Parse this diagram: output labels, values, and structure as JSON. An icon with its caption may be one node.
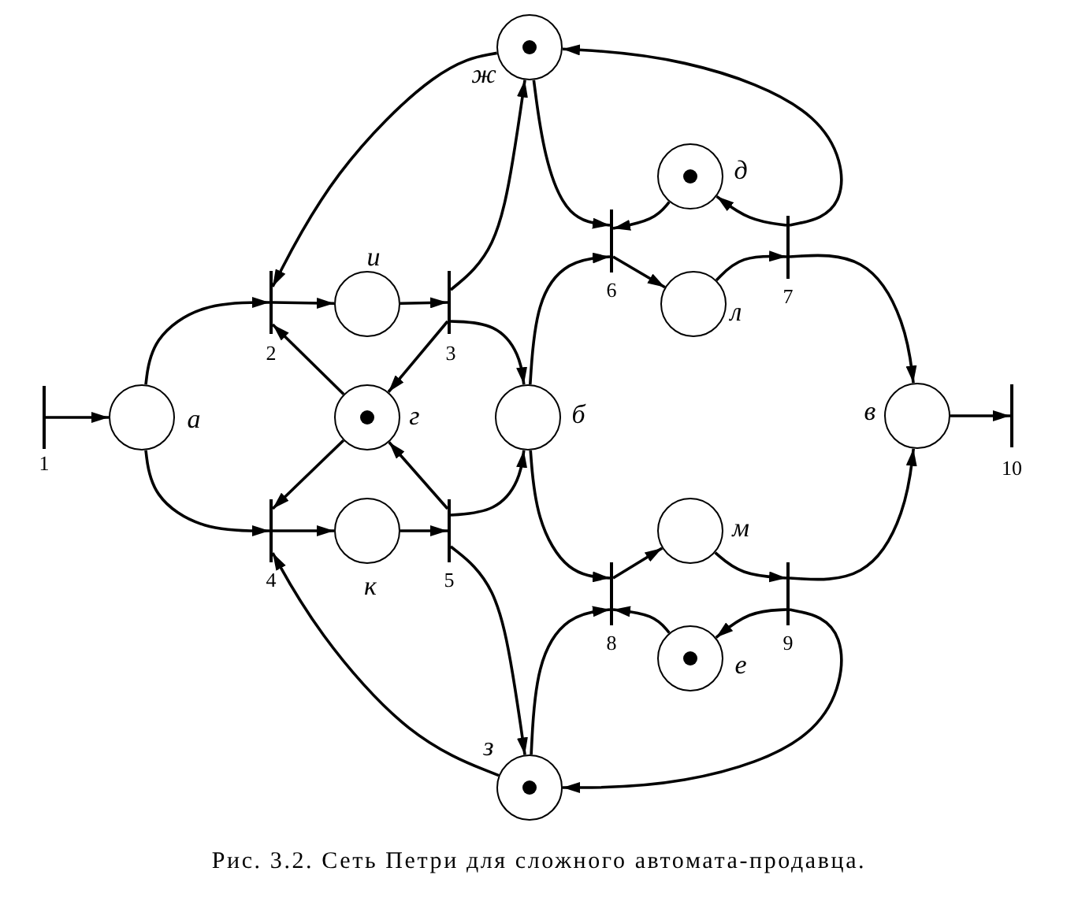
{
  "diagram": {
    "caption": "Рис. 3.2. Сеть Петри для сложного автомата-продавца.",
    "nodes": [
      {
        "text": [],
        "shape": "bar",
        "beside": [
          "1"
        ]
      },
      {
        "text": [],
        "shape": "circle",
        "beside": [
          "а"
        ]
      },
      {
        "text": [],
        "shape": "bar",
        "beside": [
          "2"
        ]
      },
      {
        "text": [],
        "shape": "circle",
        "beside": [
          "и"
        ]
      },
      {
        "text": [],
        "shape": "bar",
        "beside": [
          "3"
        ]
      },
      {
        "text": [],
        "shape": "circle",
        "beside": [
          "г"
        ]
      },
      {
        "text": [],
        "shape": "dot",
        "in": 5
      },
      {
        "text": [],
        "shape": "bar",
        "beside": [
          "4"
        ]
      },
      {
        "text": [],
        "shape": "circle",
        "beside": [
          "к"
        ]
      },
      {
        "text": [],
        "shape": "bar",
        "beside": [
          "5"
        ]
      },
      {
        "text": [],
        "shape": "circle",
        "beside": [
          "б"
        ]
      },
      {
        "text": [],
        "shape": "circle",
        "beside": [
          "ж"
        ]
      },
      {
        "text": [],
        "shape": "dot",
        "in": 11
      },
      {
        "text": [],
        "shape": "circle",
        "beside": [
          "з"
        ]
      },
      {
        "text": [],
        "shape": "dot",
        "in": 13
      },
      {
        "text": [],
        "shape": "bar",
        "beside": [
          "6"
        ]
      },
      {
        "text": [],
        "shape": "circle",
        "beside": [
          "д"
        ]
      },
      {
        "text": [],
        "shape": "dot",
        "in": 16
      },
      {
        "text": [],
        "shape": "circle",
        "beside": [
          "л"
        ]
      },
      {
        "text": [],
        "shape": "bar",
        "beside": [
          "7"
        ]
      },
      {
        "text": [],
        "shape": "bar",
        "beside": [
          "8"
        ]
      },
      {
        "text": [],
        "shape": "circle",
        "beside": [
          "м"
        ]
      },
      {
        "text": [],
        "shape": "circle",
        "beside": [
          "е"
        ]
      },
      {
        "text": [],
        "shape": "dot",
        "in": 22
      },
      {
        "text": [],
        "shape": "bar",
        "beside": [
          "9"
        ]
      },
      {
        "text": [],
        "shape": "circle",
        "beside": [
          "в"
        ]
      },
      {
        "text": [],
        "shape": "bar",
        "beside": [
          "10"
        ]
      }
    ],
    "edges": [
      {
        "from": 0,
        "to": 1,
        "arrow": "to"
      },
      {
        "from": 1,
        "to": 2,
        "arrow": "to"
      },
      {
        "from": 1,
        "to": 7,
        "arrow": "to"
      },
      {
        "from": 11,
        "to": 2,
        "arrow": "to"
      },
      {
        "from": 2,
        "to": 3,
        "arrow": "to"
      },
      {
        "from": 5,
        "to": 2,
        "arrow": "to"
      },
      {
        "from": 3,
        "to": 4,
        "arrow": "to"
      },
      {
        "from": 4,
        "to": 11,
        "arrow": "to"
      },
      {
        "from": 4,
        "to": 5,
        "arrow": "to"
      },
      {
        "from": 4,
        "to": 10,
        "arrow": "to"
      },
      {
        "from": 5,
        "to": 7,
        "arrow": "to"
      },
      {
        "from": 7,
        "to": 8,
        "arrow": "to"
      },
      {
        "from": 13,
        "to": 7,
        "arrow": "to"
      },
      {
        "from": 8,
        "to": 9,
        "arrow": "to"
      },
      {
        "from": 9,
        "to": 5,
        "arrow": "to"
      },
      {
        "from": 9,
        "to": 10,
        "arrow": "to"
      },
      {
        "from": 9,
        "to": 13,
        "arrow": "to"
      },
      {
        "from": 11,
        "to": 15,
        "arrow": "to"
      },
      {
        "from": 16,
        "to": 15,
        "arrow": "to"
      },
      {
        "from": 10,
        "to": 15,
        "arrow": "to"
      },
      {
        "from": 15,
        "to": 18,
        "arrow": "to"
      },
      {
        "from": 18,
        "to": 19,
        "arrow": "to"
      },
      {
        "from": 19,
        "to": 16,
        "arrow": "to"
      },
      {
        "from": 19,
        "to": 11,
        "arrow": "to"
      },
      {
        "from": 19,
        "to": 25,
        "arrow": "to"
      },
      {
        "from": 10,
        "to": 20,
        "arrow": "to"
      },
      {
        "from": 22,
        "to": 20,
        "arrow": "to"
      },
      {
        "from": 13,
        "to": 20,
        "arrow": "to"
      },
      {
        "from": 20,
        "to": 21,
        "arrow": "to"
      },
      {
        "from": 21,
        "to": 24,
        "arrow": "to"
      },
      {
        "from": 24,
        "to": 25,
        "arrow": "to"
      },
      {
        "from": 24,
        "to": 22,
        "arrow": "to"
      },
      {
        "from": 24,
        "to": 13,
        "arrow": "to"
      },
      {
        "from": 25,
        "to": 26,
        "arrow": "to"
      }
    ]
  }
}
